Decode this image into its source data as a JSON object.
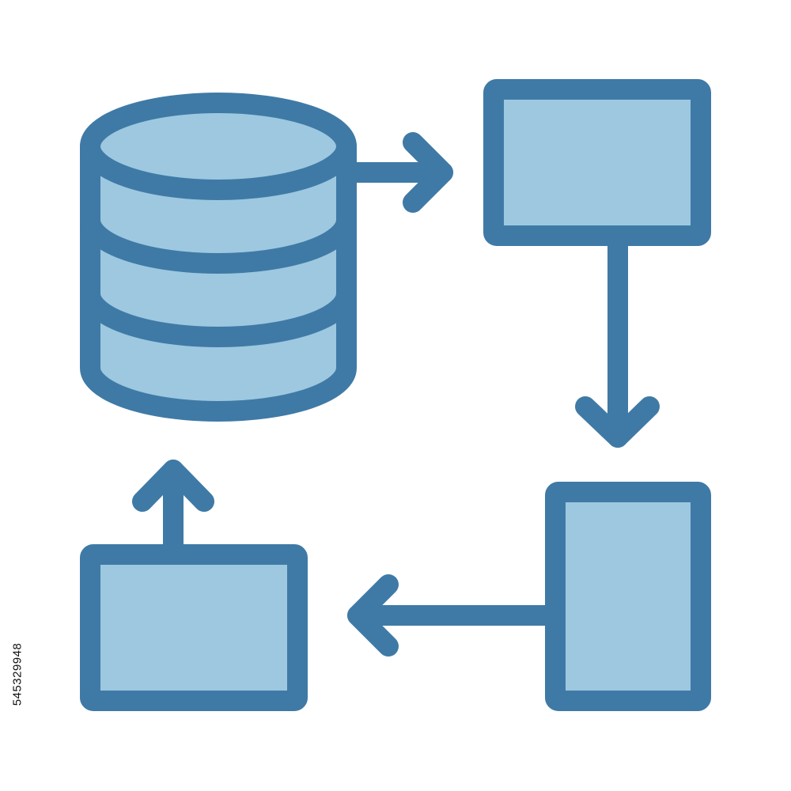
{
  "colors": {
    "stroke": "#3f7aa6",
    "fill": "#9dc8e0",
    "background": "#ffffff",
    "text": "#111111"
  },
  "diagram": {
    "nodes": [
      {
        "id": "database",
        "icon": "database-icon"
      },
      {
        "id": "box-top-right",
        "icon": "rectangle-icon"
      },
      {
        "id": "box-bottom-right",
        "icon": "rectangle-icon"
      },
      {
        "id": "box-bottom-left",
        "icon": "rectangle-icon"
      }
    ],
    "edges": [
      {
        "from": "database",
        "to": "box-top-right"
      },
      {
        "from": "box-top-right",
        "to": "box-bottom-right"
      },
      {
        "from": "box-bottom-right",
        "to": "box-bottom-left"
      },
      {
        "from": "box-bottom-left",
        "to": "database"
      }
    ]
  },
  "stock_id": "545329948"
}
